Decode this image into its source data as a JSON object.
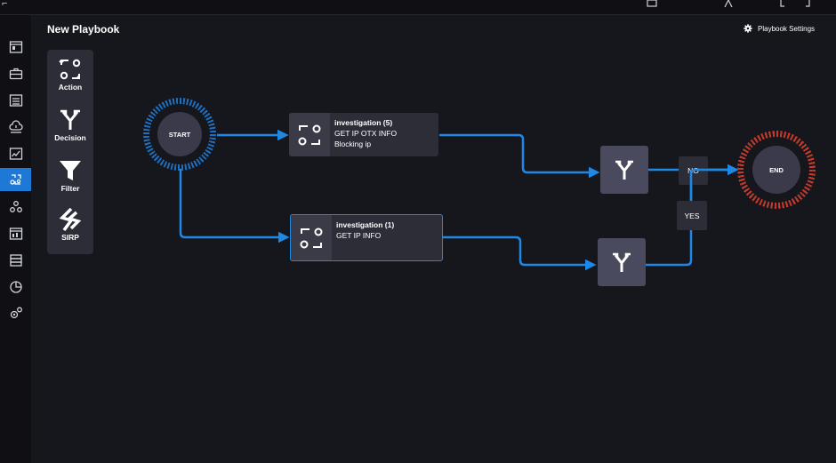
{
  "page": {
    "title": "New Playbook",
    "settings_label": "Playbook Settings"
  },
  "topbar": {
    "icons": [
      "logo-icon",
      "image-icon",
      "user-icon",
      "bracket-icon"
    ]
  },
  "rail": {
    "active_index": 5,
    "items": [
      "dashboard-icon",
      "briefcase-icon",
      "list-icon",
      "cloud-alert-icon",
      "chart-icon",
      "playbook-icon",
      "network-icon",
      "report-icon",
      "database-icon",
      "pie-chart-icon",
      "settings-gears-icon"
    ]
  },
  "palette": {
    "items": [
      {
        "label": "Action",
        "icon": "action-icon"
      },
      {
        "label": "Decision",
        "icon": "decision-icon"
      },
      {
        "label": "Filter",
        "icon": "filter-icon"
      },
      {
        "label": "SIRP",
        "icon": "sirp-icon"
      }
    ]
  },
  "nodes": {
    "start": {
      "label": "START"
    },
    "end": {
      "label": "END"
    },
    "action1": {
      "title": "investigation (5)",
      "line1": "GET IP OTX INFO",
      "line2": "Blocking ip"
    },
    "action2": {
      "title": "investigation (1)",
      "line1": "GET IP INFO"
    }
  },
  "edges": {
    "no_label": "NO",
    "yes_label": "YES"
  },
  "colors": {
    "accent": "#1e88e5",
    "end_ring": "#c0392b",
    "canvas": "#16161d"
  }
}
